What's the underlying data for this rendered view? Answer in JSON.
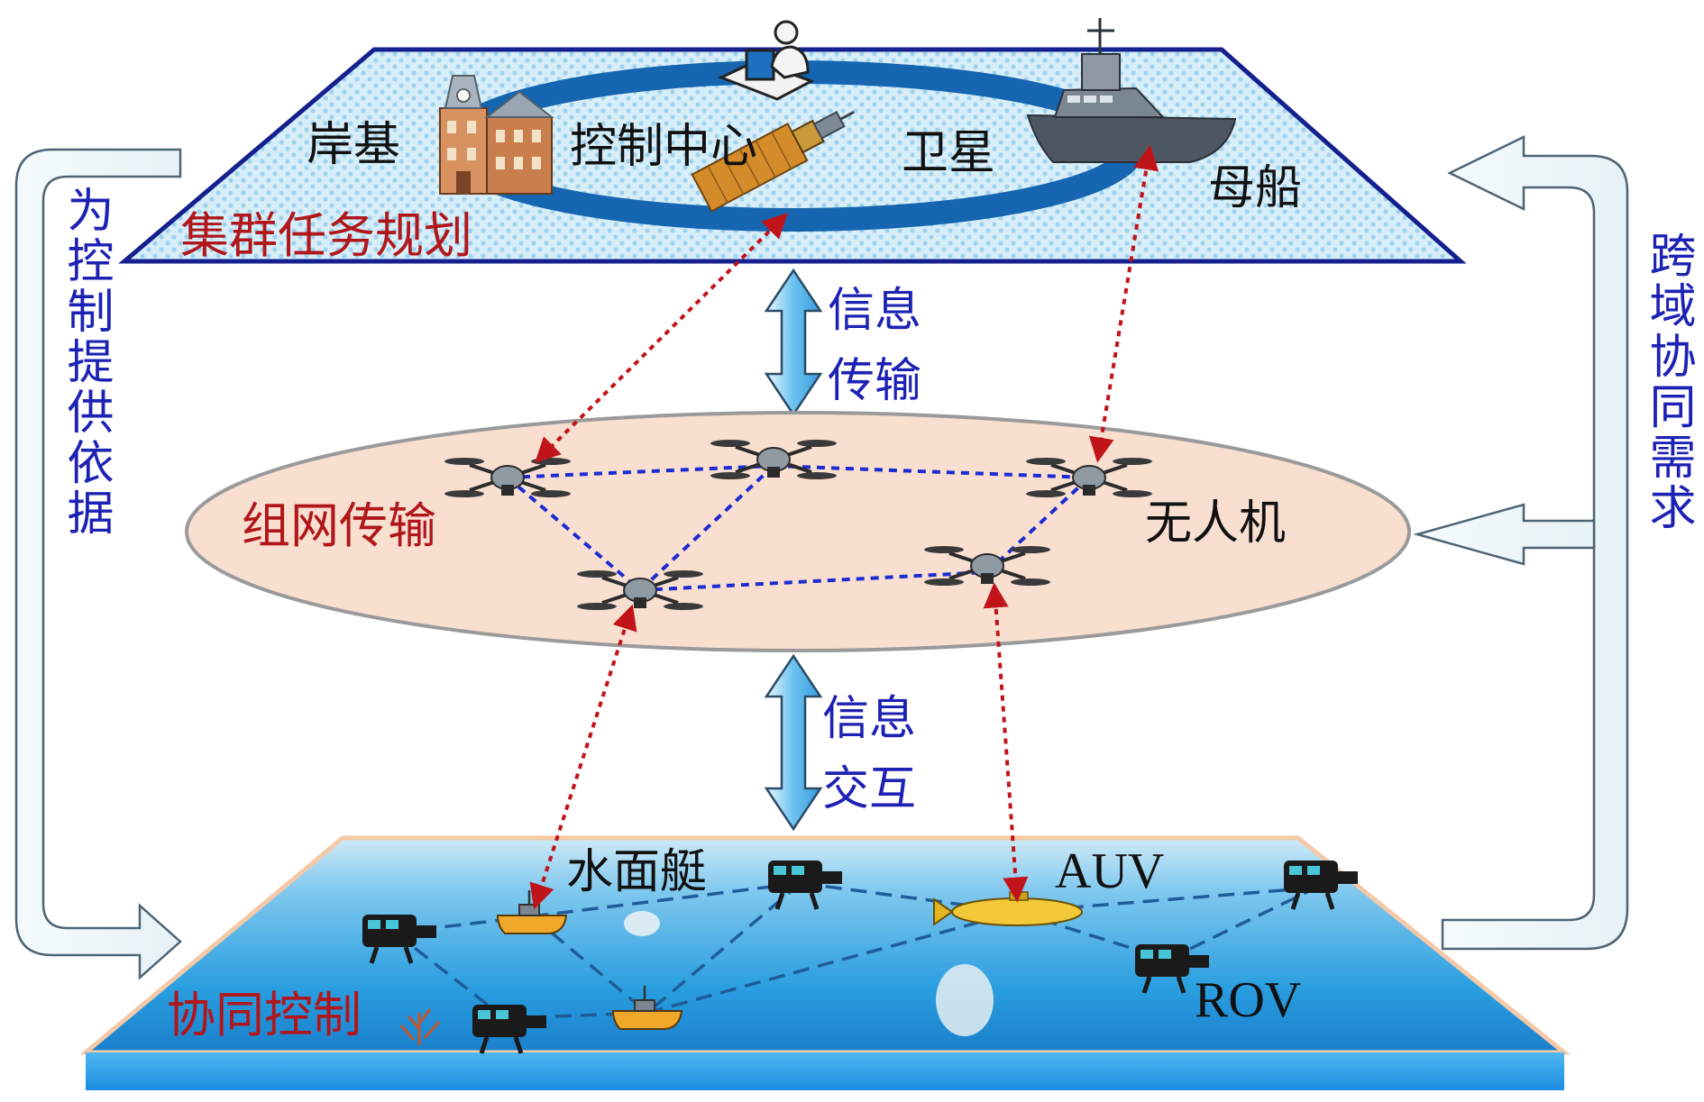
{
  "top_layer": {
    "title": "集群任务规划",
    "shore": "岸基",
    "control_center": "控制中心",
    "satellite": "卫星",
    "mother_ship": "母船"
  },
  "middle_layer": {
    "title": "组网传输",
    "uav": "无人机"
  },
  "bottom_layer": {
    "title": "协同控制",
    "usv": "水面艇",
    "auv": "AUV",
    "rov": "ROV"
  },
  "links": {
    "top_mid": [
      "信息",
      "传输"
    ],
    "mid_bottom": [
      "信息",
      "交互"
    ]
  },
  "side": {
    "left_vertical": "为控制提供依据",
    "right_vertical": "跨域协同需求"
  },
  "colors": {
    "red_label": "#b0161a",
    "blue_label": "#1e22b4",
    "ring_blue": "#1565b0",
    "link_red": "#c0141a",
    "mesh_blue": "#1d2bd0",
    "ellipse_fill": "#f8dfd0",
    "water_blue": "#2a9ee0"
  }
}
